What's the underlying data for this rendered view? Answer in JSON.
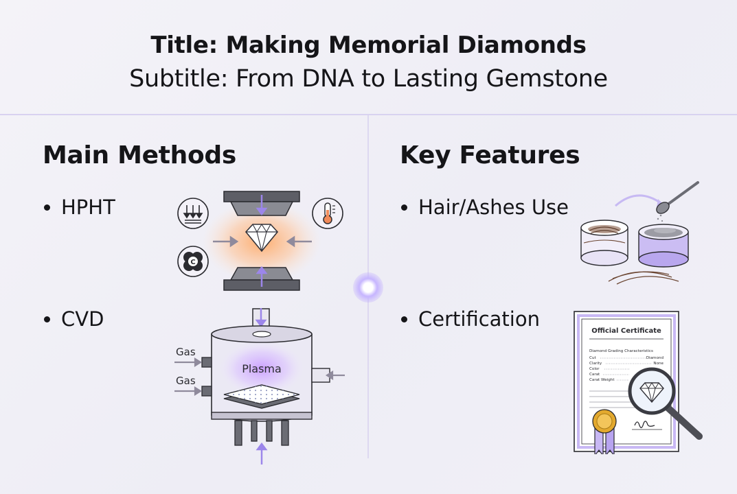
{
  "header": {
    "title": "Title: Making Memorial Diamonds",
    "subtitle": "Subtitle: From DNA to Lasting Gemstone"
  },
  "left": {
    "heading": "Main Methods",
    "items": [
      {
        "label": "HPHT"
      },
      {
        "label": "CVD",
        "gas_label_1": "Gas",
        "gas_label_2": "Gas",
        "chamber_label": "Plasma"
      }
    ]
  },
  "right": {
    "heading": "Key Features",
    "items": [
      {
        "label": "Hair/Ashes Use"
      },
      {
        "label": "Certification"
      }
    ],
    "certificate": {
      "title": "Official Certificate",
      "section": "Diamond Grading Characteristics",
      "rows": [
        {
          "name": "Cut",
          "value": "Diamond"
        },
        {
          "name": "Clarity",
          "value": "None"
        },
        {
          "name": "Color",
          "value": ""
        },
        {
          "name": "Carat",
          "value": ""
        },
        {
          "name": "Carat Weight",
          "value": ""
        }
      ]
    }
  },
  "colors": {
    "accent": "#a58cf2",
    "lavender_light": "#e4dcfb",
    "press_gray": "#6e6f76",
    "heat_orange": "#ffb37a",
    "ribbon": "#c8b8f4",
    "seal_gold": "#e3a92e"
  },
  "icons": [
    "pressure-icon",
    "thermometer-icon",
    "carbon-icon",
    "diamond-icon",
    "magnifier-icon",
    "spoon-icon"
  ]
}
